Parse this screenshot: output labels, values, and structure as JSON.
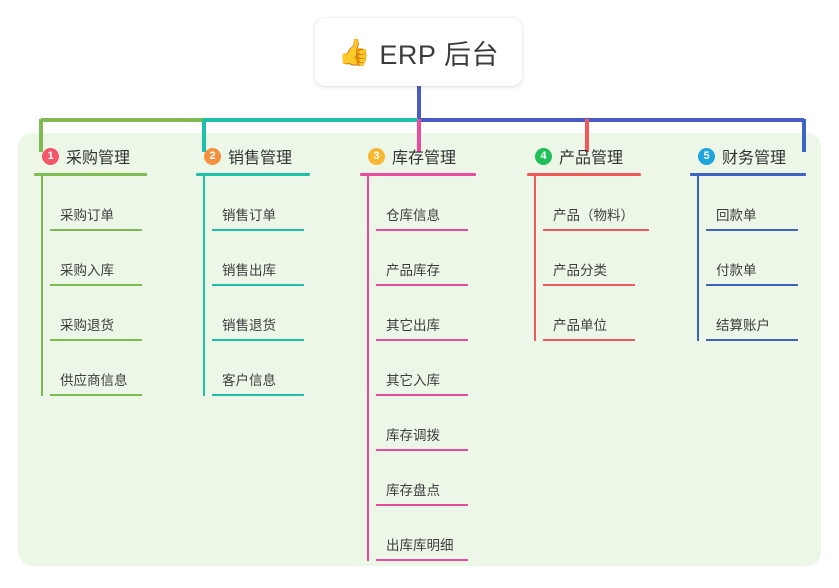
{
  "root": {
    "icon": "thumbs-up-icon",
    "emoji": "👍",
    "title": "ERP 后台"
  },
  "palette": {
    "panel_bg": "#edf7e8",
    "page_bg": "#ffffff",
    "trunk": "#4a5bc4",
    "text": "#333333"
  },
  "branches": [
    {
      "index": "1",
      "badge_color": "#f4566a",
      "line_color": "#7dba50",
      "title": "采购管理",
      "items": [
        "采购订单",
        "采购入库",
        "采购退货",
        "供应商信息"
      ]
    },
    {
      "index": "2",
      "badge_color": "#f5913e",
      "line_color": "#1fc0a8",
      "title": "销售管理",
      "items": [
        "销售订单",
        "销售出库",
        "销售退货",
        "客户信息"
      ]
    },
    {
      "index": "3",
      "badge_color": "#f7b731",
      "line_color": "#ea4ba0",
      "title": "库存管理",
      "items": [
        "仓库信息",
        "产品库存",
        "其它出库",
        "其它入库",
        "库存调拨",
        "库存盘点",
        "出库库明细"
      ]
    },
    {
      "index": "4",
      "badge_color": "#1fc05a",
      "line_color": "#f2595b",
      "title": "产品管理",
      "items": [
        "产品（物料）",
        "产品分类",
        "产品单位"
      ]
    },
    {
      "index": "5",
      "badge_color": "#1fa5dd",
      "line_color": "#3b64c4",
      "title": "财务管理",
      "items": [
        "回款单",
        "付款单",
        "结算账户"
      ]
    }
  ]
}
